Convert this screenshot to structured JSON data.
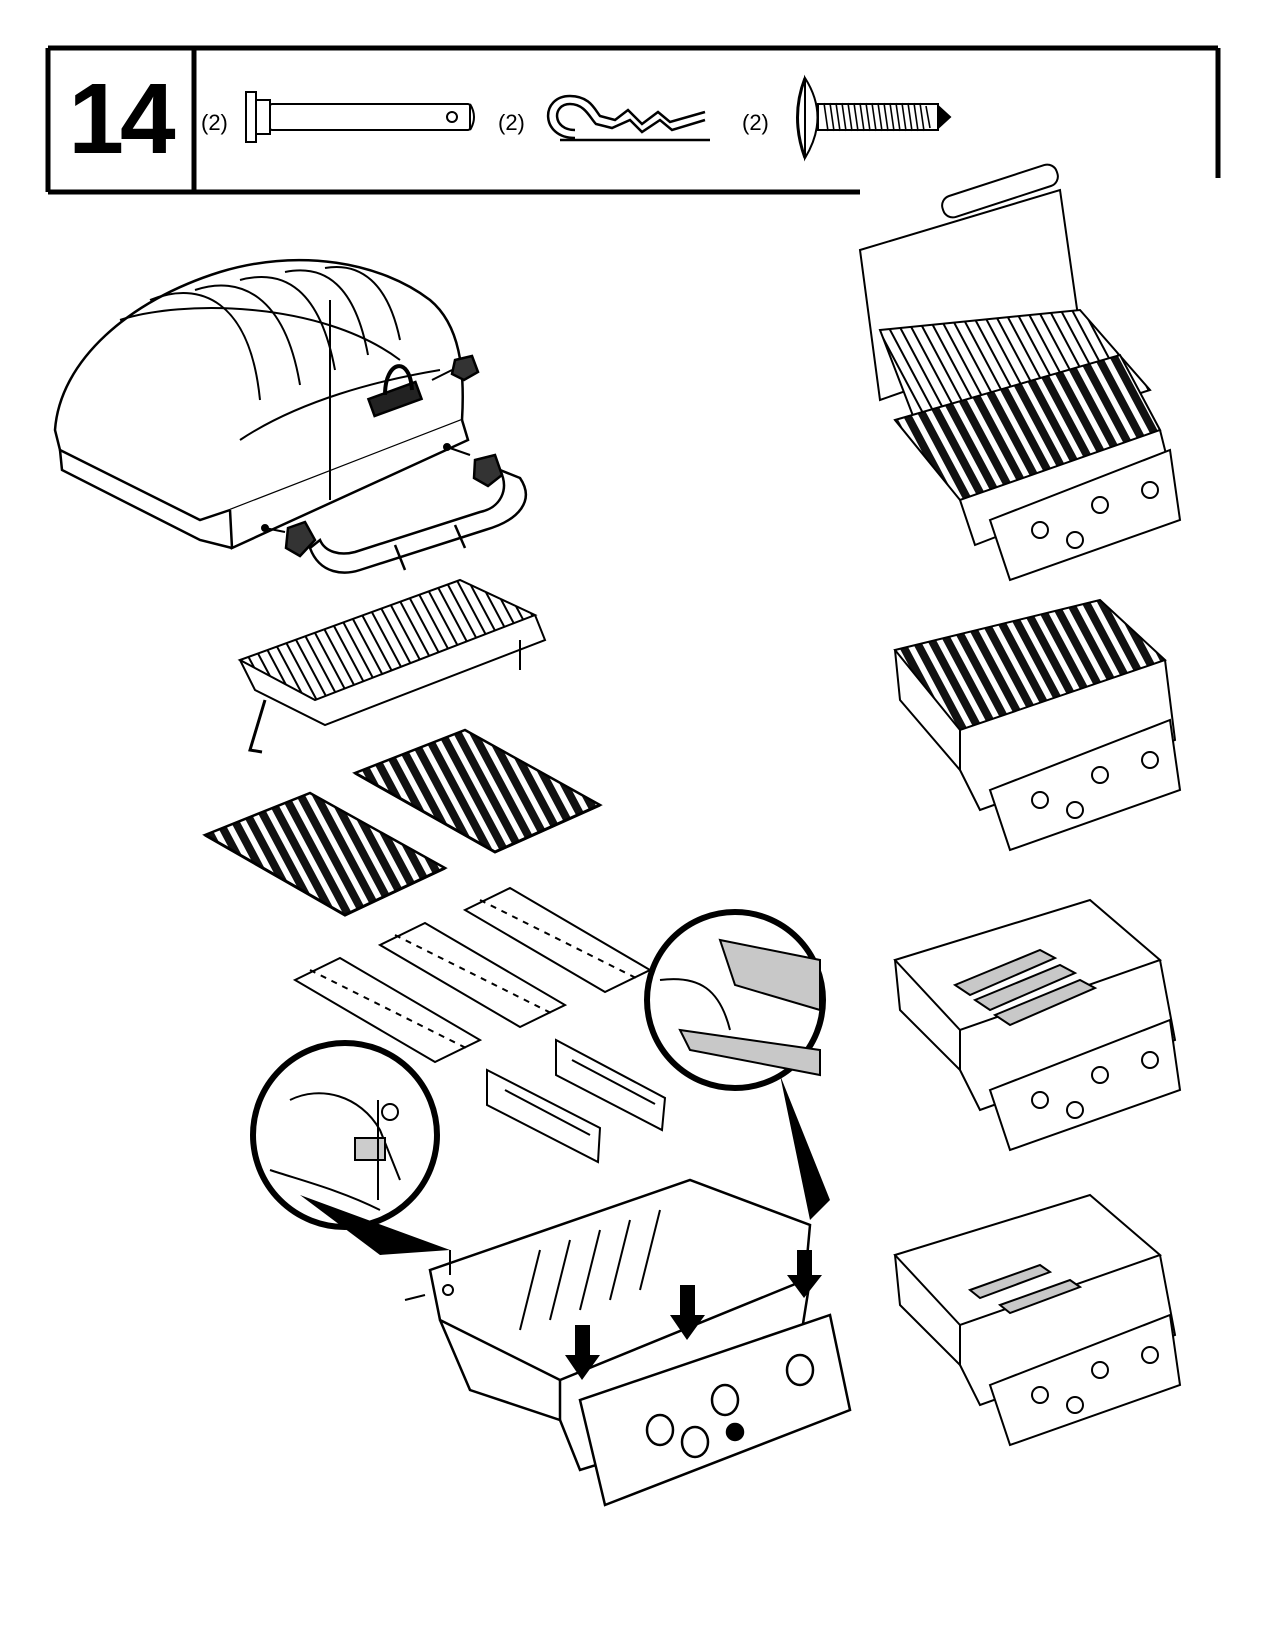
{
  "step": {
    "number": "14"
  },
  "hardware": [
    {
      "id": "clevis-pin",
      "qty_label": "(2)"
    },
    {
      "id": "hair-pin-cotter",
      "qty_label": "(2)"
    },
    {
      "id": "screw",
      "qty_label": "(2)"
    }
  ],
  "colors": {
    "line": "#000000",
    "highlight": "#c8c8c8",
    "background": "#ffffff"
  }
}
